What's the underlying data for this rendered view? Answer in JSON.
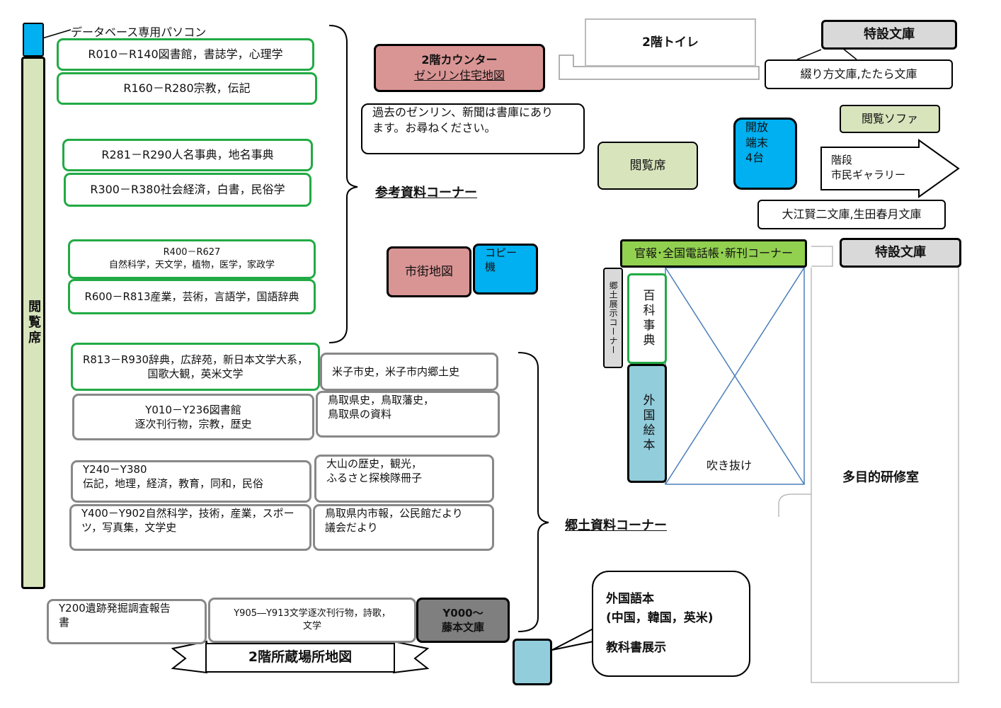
{
  "title": "2階所蔵場所地図",
  "db_pc_label": "データベース専用パソコン",
  "reading_seats_left": "閲覧席",
  "reference_shelves": [
    {
      "line1": "R010－R140図書館，書誌学，心理学"
    },
    {
      "line1": "R160－R280宗教，伝記"
    },
    {
      "line1": "R281－R290人名事典，地名事典"
    },
    {
      "line1": "R300－R380社会経済，白書，民俗学"
    },
    {
      "line1": "R400－R627",
      "line2": "自然科学，天文学，植物，医学，家政学"
    },
    {
      "line1": "R600－R813産業，芸術，言語学，国語辞典"
    },
    {
      "line1": "R813－R930辞典，広辞苑，新日本文学大系，",
      "line2": "国歌大観，英米文学"
    }
  ],
  "local_shelves": [
    {
      "line1": "Y010－Y236図書館",
      "line2": "逐次刊行物，宗教，歴史"
    },
    {
      "line1": "Y240－Y380",
      "line2": "伝記，地理，経済，教育，同和，民俗"
    },
    {
      "line1": "Y400－Y902自然科学，技術，産業，スポー",
      "line2": "ツ，写真集，文学史"
    },
    {
      "line1": "米子市史，米子市内郷土史"
    },
    {
      "line1": "鳥取県史，鳥取藩史，",
      "line2": "鳥取県の資料"
    },
    {
      "line1": "大山の歴史，観光，",
      "line2": "ふるさと探検隊冊子"
    },
    {
      "line1": "鳥取県内市報，公民館だより",
      "line2": "議会だより"
    }
  ],
  "bottom_shelves": {
    "y200_line1": "Y200遺跡発掘調査報告",
    "y200_line2": "書",
    "y905_line1": "Y905―Y913文学逐次刊行物，詩歌，",
    "y905_line2": "文学",
    "y000_line1": "Y000～",
    "y000_line2": "藤本文庫"
  },
  "reference_corner": "参考資料コーナー",
  "local_corner": "郷土資料コーナー",
  "counter": {
    "title": "2階カウンター",
    "subtitle": "ゼンリン住宅地図"
  },
  "counter_note": {
    "line1": "過去のゼンリン、新聞は書庫にあり",
    "line2": "ます。お尋ねください。"
  },
  "toilet": "2階トイレ",
  "special_archive_top": "特設文庫",
  "tsuzurikata": "綴り方文庫,たたら文庫",
  "reading_sofa": "閲覧ソファ",
  "reading_seats_center": "閲覧席",
  "open_terminal": {
    "line1": "開放",
    "line2": "端末",
    "line3": "4台"
  },
  "stairs": {
    "line1": "階段",
    "line2": "市民ギャラリー"
  },
  "oe_ikuta": "大江賢二文庫,生田春月文庫",
  "special_archive_mid": "特設文庫",
  "gazette_corner": "官報･全国電話帳･新刊コーナー",
  "local_exhibit": "郷土展示コーナー",
  "encyclopedia": "百科事典",
  "foreign_picture_books": "外国絵本",
  "atrium": "吹き抜け",
  "multipurpose_room": "多目的研修室",
  "city_map": "市街地図",
  "copy_machine": {
    "line1": "コピー",
    "line2": "機"
  },
  "foreign_books": {
    "line1": "外国語本",
    "line2": "(中国，韓国，英米)",
    "line3": "教科書展示"
  },
  "colors": {
    "green_border": "#22aa44",
    "gray_border": "#888888",
    "pink": "#d99594",
    "blue": "#00b0f0",
    "light_green": "#d8e4bc",
    "lime": "#92d050",
    "light_gray": "#d9d9d9",
    "dark_gray": "#7f7f7f",
    "light_blue": "#92cddc"
  }
}
